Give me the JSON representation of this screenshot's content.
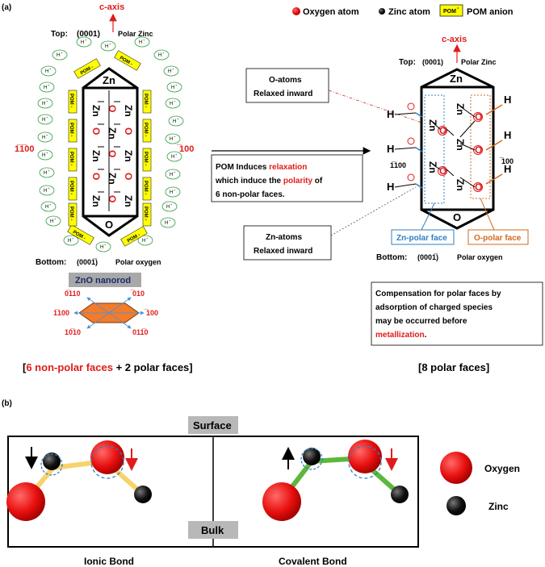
{
  "panel_a": {
    "label": "(a)",
    "legend": {
      "oxygen": "Oxygen atom",
      "zinc": "Zinc atom",
      "pom_badge": "POM",
      "pom_badge_sup": "-",
      "pom": "POM anion"
    },
    "left": {
      "c_axis": "c-axis",
      "top_prefix": "Top: ",
      "top_index": "(0001)",
      "top_label": "Polar Zinc",
      "zn_label": "Zn",
      "o_label": "O",
      "row_zn": "Zn",
      "row_o": "O",
      "pom_label": "POM -",
      "h_label": "H",
      "h_sup": "+",
      "face_left": "1̅1̅00",
      "face_right": "̅100",
      "bottom_prefix": "Bottom: ",
      "bottom_index": "(0001̅)",
      "bottom_label": "Polar oxygen",
      "nanorod": "ZnO nanorod",
      "hex_faces": [
        "0̅110",
        "̅010",
        "̅100",
        "1̅100",
        "10̅10",
        "011̅0"
      ],
      "caption_red": "6 non-polar faces",
      "caption_rest": " + 2 polar faces]",
      "caption_open": "["
    },
    "middle": {
      "o_atoms_line1": "O-atoms",
      "o_atoms_line2": "Relaxed inward",
      "pom_line1_a": "POM   Induces   ",
      "pom_line1_red": "relaxation",
      "pom_line2_a": "which induce the ",
      "pom_line2_red": "polarity",
      "pom_line2_b": " of",
      "pom_line3": "6 non-polar faces.",
      "zn_atoms_line1": "Zn-atoms",
      "zn_atoms_line2": "Relaxed inward"
    },
    "right": {
      "c_axis": "c-axis",
      "top_prefix": "Top: ",
      "top_index": "(0001)",
      "top_label": "Polar Zinc",
      "zn_label": "Zn",
      "o_label": "O",
      "h_label": "H",
      "face_left": "1̅100",
      "face_right": "̅100",
      "zn_polar_face": "Zn-polar face",
      "o_polar_face": "O-polar face",
      "bottom_prefix": "Bottom: ",
      "bottom_index": "(0001̅)",
      "bottom_label": "Polar oxygen",
      "comp_line1": "Compensation for polar faces by",
      "comp_line2_red": "adsorption of charged species",
      "comp_line3": "may be occurred before",
      "comp_line4_red": "metallization",
      "comp_line4_end": ".",
      "caption": "[8 polar faces]"
    }
  },
  "panel_b": {
    "label": "(b)",
    "surface": "Surface",
    "bulk": "Bulk",
    "ionic": "Ionic Bond",
    "covalent": "Covalent Bond",
    "legend_oxygen": "Oxygen",
    "legend_zinc": "Zinc"
  },
  "colors": {
    "oxygen": "#e8100f",
    "zinc": "#000000",
    "pom_fill": "#ffff00",
    "h_circle": "#2e9e3e",
    "hex_fill": "#f07c2c",
    "hex_arrows": "#4a90d9",
    "nanorod_bg": "#a8a8a8",
    "nanorod_text": "#1a2a6c",
    "zn_face": "#2f7fc2",
    "o_face": "#d2691e",
    "ionic_bond": "#f7d36b",
    "covalent_bond": "#5cb83a",
    "dashed_circle": "#2f7fc2",
    "label_gray": "#b8b8b8"
  }
}
